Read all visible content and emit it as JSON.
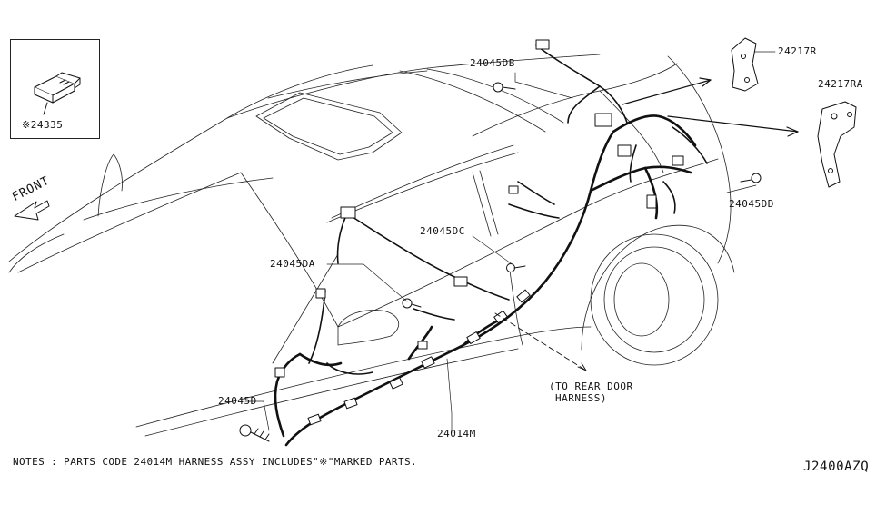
{
  "diagram": {
    "diagram_id": "J2400AZQ",
    "notes": "NOTES : PARTS CODE 24014M HARNESS ASSY INCLUDES\"※\"MARKED PARTS.",
    "direction_label": "FRONT",
    "rear_note_line1": "(TO REAR DOOR",
    "rear_note_line2": "HARNESS)",
    "inset_part": "※24335",
    "parts": {
      "p24045DB": "24045DB",
      "p24217R": "24217R",
      "p24217RA": "24217RA",
      "p24045DD": "24045DD",
      "p24045DC": "24045DC",
      "p24045DA": "24045DA",
      "p24045D": "24045D",
      "p24014M": "24014M"
    }
  }
}
